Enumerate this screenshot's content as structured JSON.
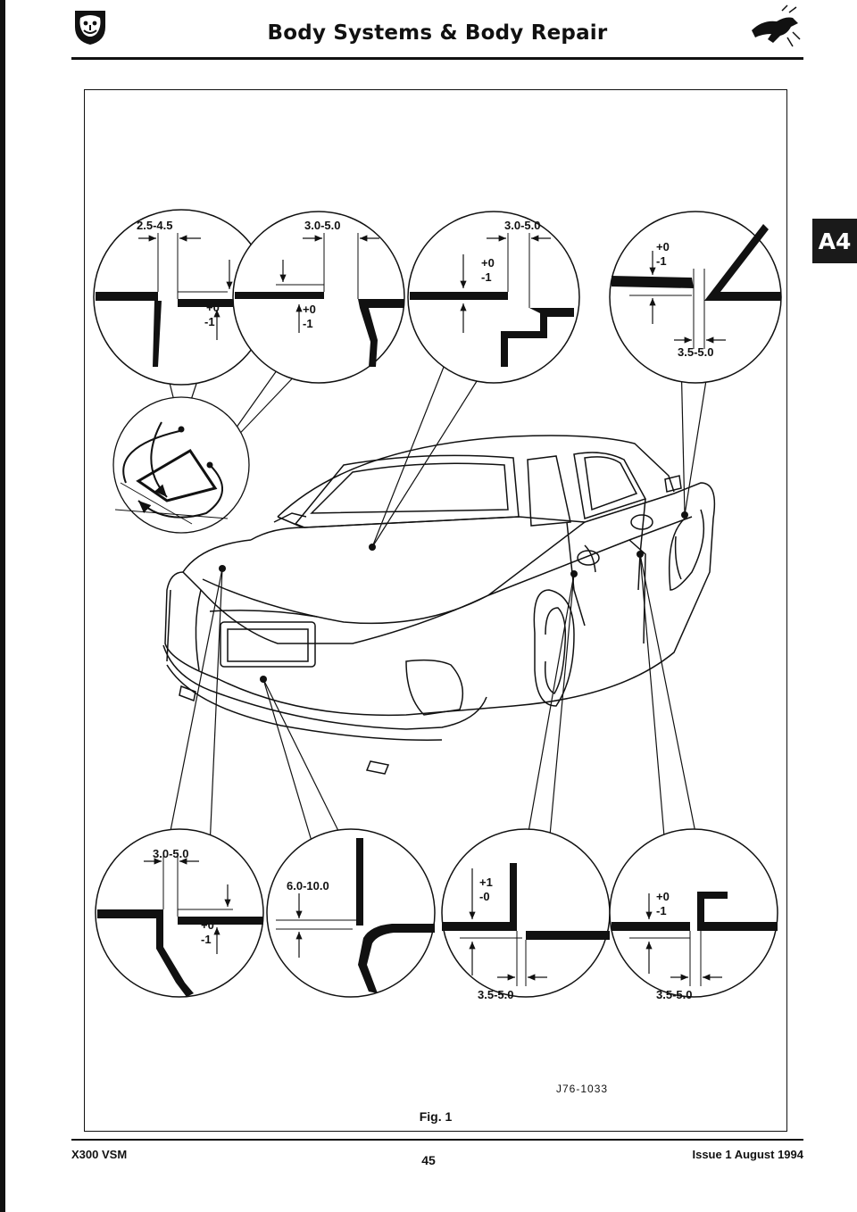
{
  "header": {
    "title": "Body Systems & Body Repair",
    "section_tab": "A4"
  },
  "figure": {
    "caption": "Fig. 1",
    "reference_code": "J76-1033",
    "details": [
      {
        "position": "top-1",
        "gap": "2.5-4.5",
        "flush_upper": "+0",
        "flush_lower": "-1"
      },
      {
        "position": "top-2",
        "gap": "3.0-5.0",
        "flush_upper": "+0",
        "flush_lower": "-1"
      },
      {
        "position": "top-3",
        "gap": "3.0-5.0",
        "flush_upper": "+0",
        "flush_lower": "-1"
      },
      {
        "position": "top-4",
        "gap": "3.5-5.0",
        "flush_upper": "+0",
        "flush_lower": "-1"
      },
      {
        "position": "bottom-1",
        "gap": "3.0-5.0",
        "flush_upper": "+0",
        "flush_lower": "-1"
      },
      {
        "position": "bottom-2",
        "gap": "6.0-10.0"
      },
      {
        "position": "bottom-3",
        "gap": "3.5-5.0",
        "flush_upper": "+1",
        "flush_lower": "-0"
      },
      {
        "position": "bottom-4",
        "gap": "3.5-5.0",
        "flush_upper": "+0",
        "flush_lower": "-1"
      }
    ]
  },
  "footer": {
    "left": "X300 VSM",
    "page_number": "45",
    "right": "Issue 1 August 1994"
  }
}
